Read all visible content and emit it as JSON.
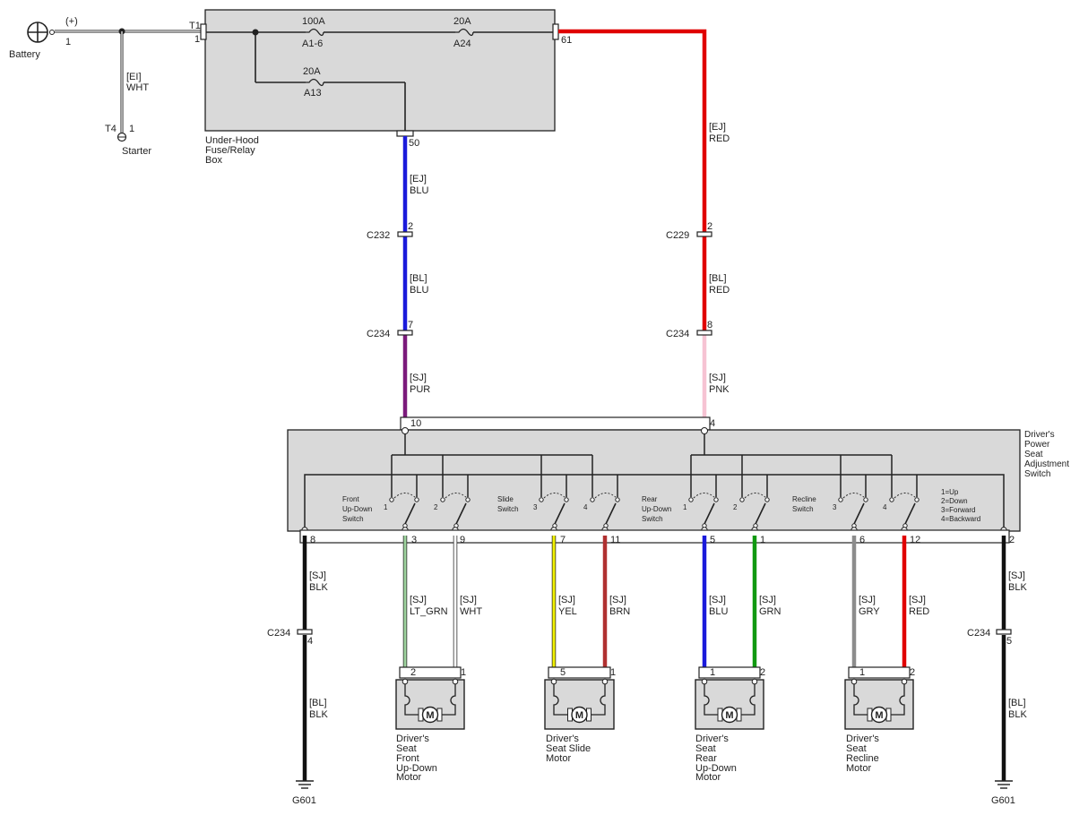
{
  "battery": {
    "label": "Battery",
    "polarity": "(+)",
    "pin": "1"
  },
  "starter": {
    "label": "Starter",
    "terminal": "T4",
    "pin": "1"
  },
  "wire_battery_starter": {
    "conn": "[EI]",
    "color": "WHT"
  },
  "fuse_box": {
    "title_lines": [
      "Under-Hood",
      "Fuse/Relay",
      "Box"
    ],
    "terminal": "T1",
    "terminal_pin": "1",
    "out_pin_right": "61",
    "out_pin_bottom": "50",
    "fuses": [
      {
        "rating": "100A",
        "id": "A1-6"
      },
      {
        "rating": "20A",
        "id": "A24"
      },
      {
        "rating": "20A",
        "id": "A13"
      }
    ]
  },
  "left_feed": {
    "seg1": {
      "conn": "[EJ]",
      "color": "BLU"
    },
    "c232": {
      "name": "C232",
      "pin": "2"
    },
    "seg2": {
      "conn": "[BL]",
      "color": "BLU"
    },
    "c234": {
      "name": "C234",
      "pin": "7"
    },
    "seg3": {
      "conn": "[SJ]",
      "color": "PUR"
    },
    "switch_pin": "10"
  },
  "right_feed": {
    "seg1": {
      "conn": "[EJ]",
      "color": "RED"
    },
    "c229": {
      "name": "C229",
      "pin": "2"
    },
    "seg2": {
      "conn": "[BL]",
      "color": "RED"
    },
    "c234": {
      "name": "C234",
      "pin": "8"
    },
    "seg3": {
      "conn": "[SJ]",
      "color": "PNK"
    },
    "switch_pin": "4"
  },
  "switch": {
    "title_lines": [
      "Driver's",
      "Power",
      "Seat",
      "Adjustment",
      "Switch"
    ],
    "legend": [
      "1=Up",
      "2=Down",
      "3=Forward",
      "4=Backward"
    ],
    "groups": [
      {
        "lines": [
          "Front",
          "Up-Down",
          "Switch"
        ],
        "a": "1",
        "b": "2"
      },
      {
        "lines": [
          "Slide",
          "Switch"
        ],
        "a": "3",
        "b": "4"
      },
      {
        "lines": [
          "Rear",
          "Up-Down",
          "Switch"
        ],
        "a": "1",
        "b": "2"
      },
      {
        "lines": [
          "Recline",
          "Switch"
        ],
        "a": "3",
        "b": "4"
      }
    ],
    "bottom_pins": [
      "8",
      "3",
      "9",
      "7",
      "11",
      "5",
      "1",
      "6",
      "12",
      "2"
    ]
  },
  "ground_left": {
    "conn1": "[SJ]",
    "color1": "BLK",
    "c234": "C234",
    "pin": "4",
    "conn2": "[BL]",
    "color2": "BLK",
    "ground": "G601"
  },
  "ground_right": {
    "conn1": "[SJ]",
    "color1": "BLK",
    "c234": "C234",
    "pin": "5",
    "conn2": "[BL]",
    "color2": "BLK",
    "ground": "G601"
  },
  "motor_wires": [
    {
      "conn": "[SJ]",
      "color": "LT_GRN"
    },
    {
      "conn": "[SJ]",
      "color": "WHT"
    },
    {
      "conn": "[SJ]",
      "color": "YEL"
    },
    {
      "conn": "[SJ]",
      "color": "BRN"
    },
    {
      "conn": "[SJ]",
      "color": "BLU"
    },
    {
      "conn": "[SJ]",
      "color": "GRN"
    },
    {
      "conn": "[SJ]",
      "color": "GRY"
    },
    {
      "conn": "[SJ]",
      "color": "RED"
    }
  ],
  "motors": [
    {
      "pins": [
        "2",
        "1"
      ],
      "lines": [
        "Driver's",
        "Seat",
        "Front",
        "Up-Down",
        "Motor"
      ]
    },
    {
      "pins": [
        "5",
        "1"
      ],
      "lines": [
        "Driver's",
        "Seat Slide",
        "Motor"
      ]
    },
    {
      "pins": [
        "1",
        "2"
      ],
      "lines": [
        "Driver's",
        "Seat",
        "Rear",
        "Up-Down",
        "Motor"
      ]
    },
    {
      "pins": [
        "1",
        "2"
      ],
      "lines": [
        "Driver's",
        "Seat",
        "Recline",
        "Motor"
      ]
    }
  ],
  "colors": {
    "red": "#e00000",
    "blue": "#1a1adb",
    "purple": "#7b1a7b",
    "pink": "#f6c3d3",
    "ltgreen": "#9fd49f",
    "white": "#ffffff",
    "yellow": "#f2f200",
    "brown": "#b03030",
    "green": "#119911",
    "gray": "#8c8c8c",
    "black": "#111111",
    "box": "#d9d9d9"
  }
}
